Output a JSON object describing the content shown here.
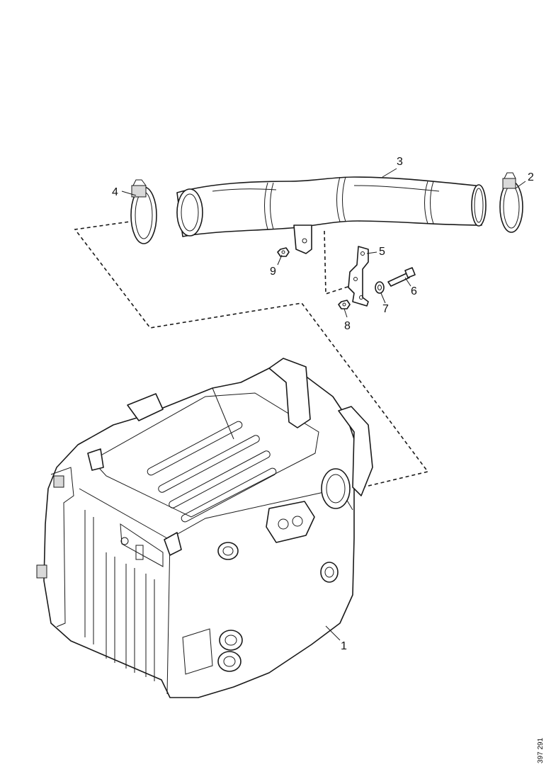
{
  "diagram": {
    "callouts": [
      "1",
      "2",
      "3",
      "4",
      "5",
      "6",
      "7",
      "8",
      "9"
    ],
    "reference_number": "397 291"
  }
}
